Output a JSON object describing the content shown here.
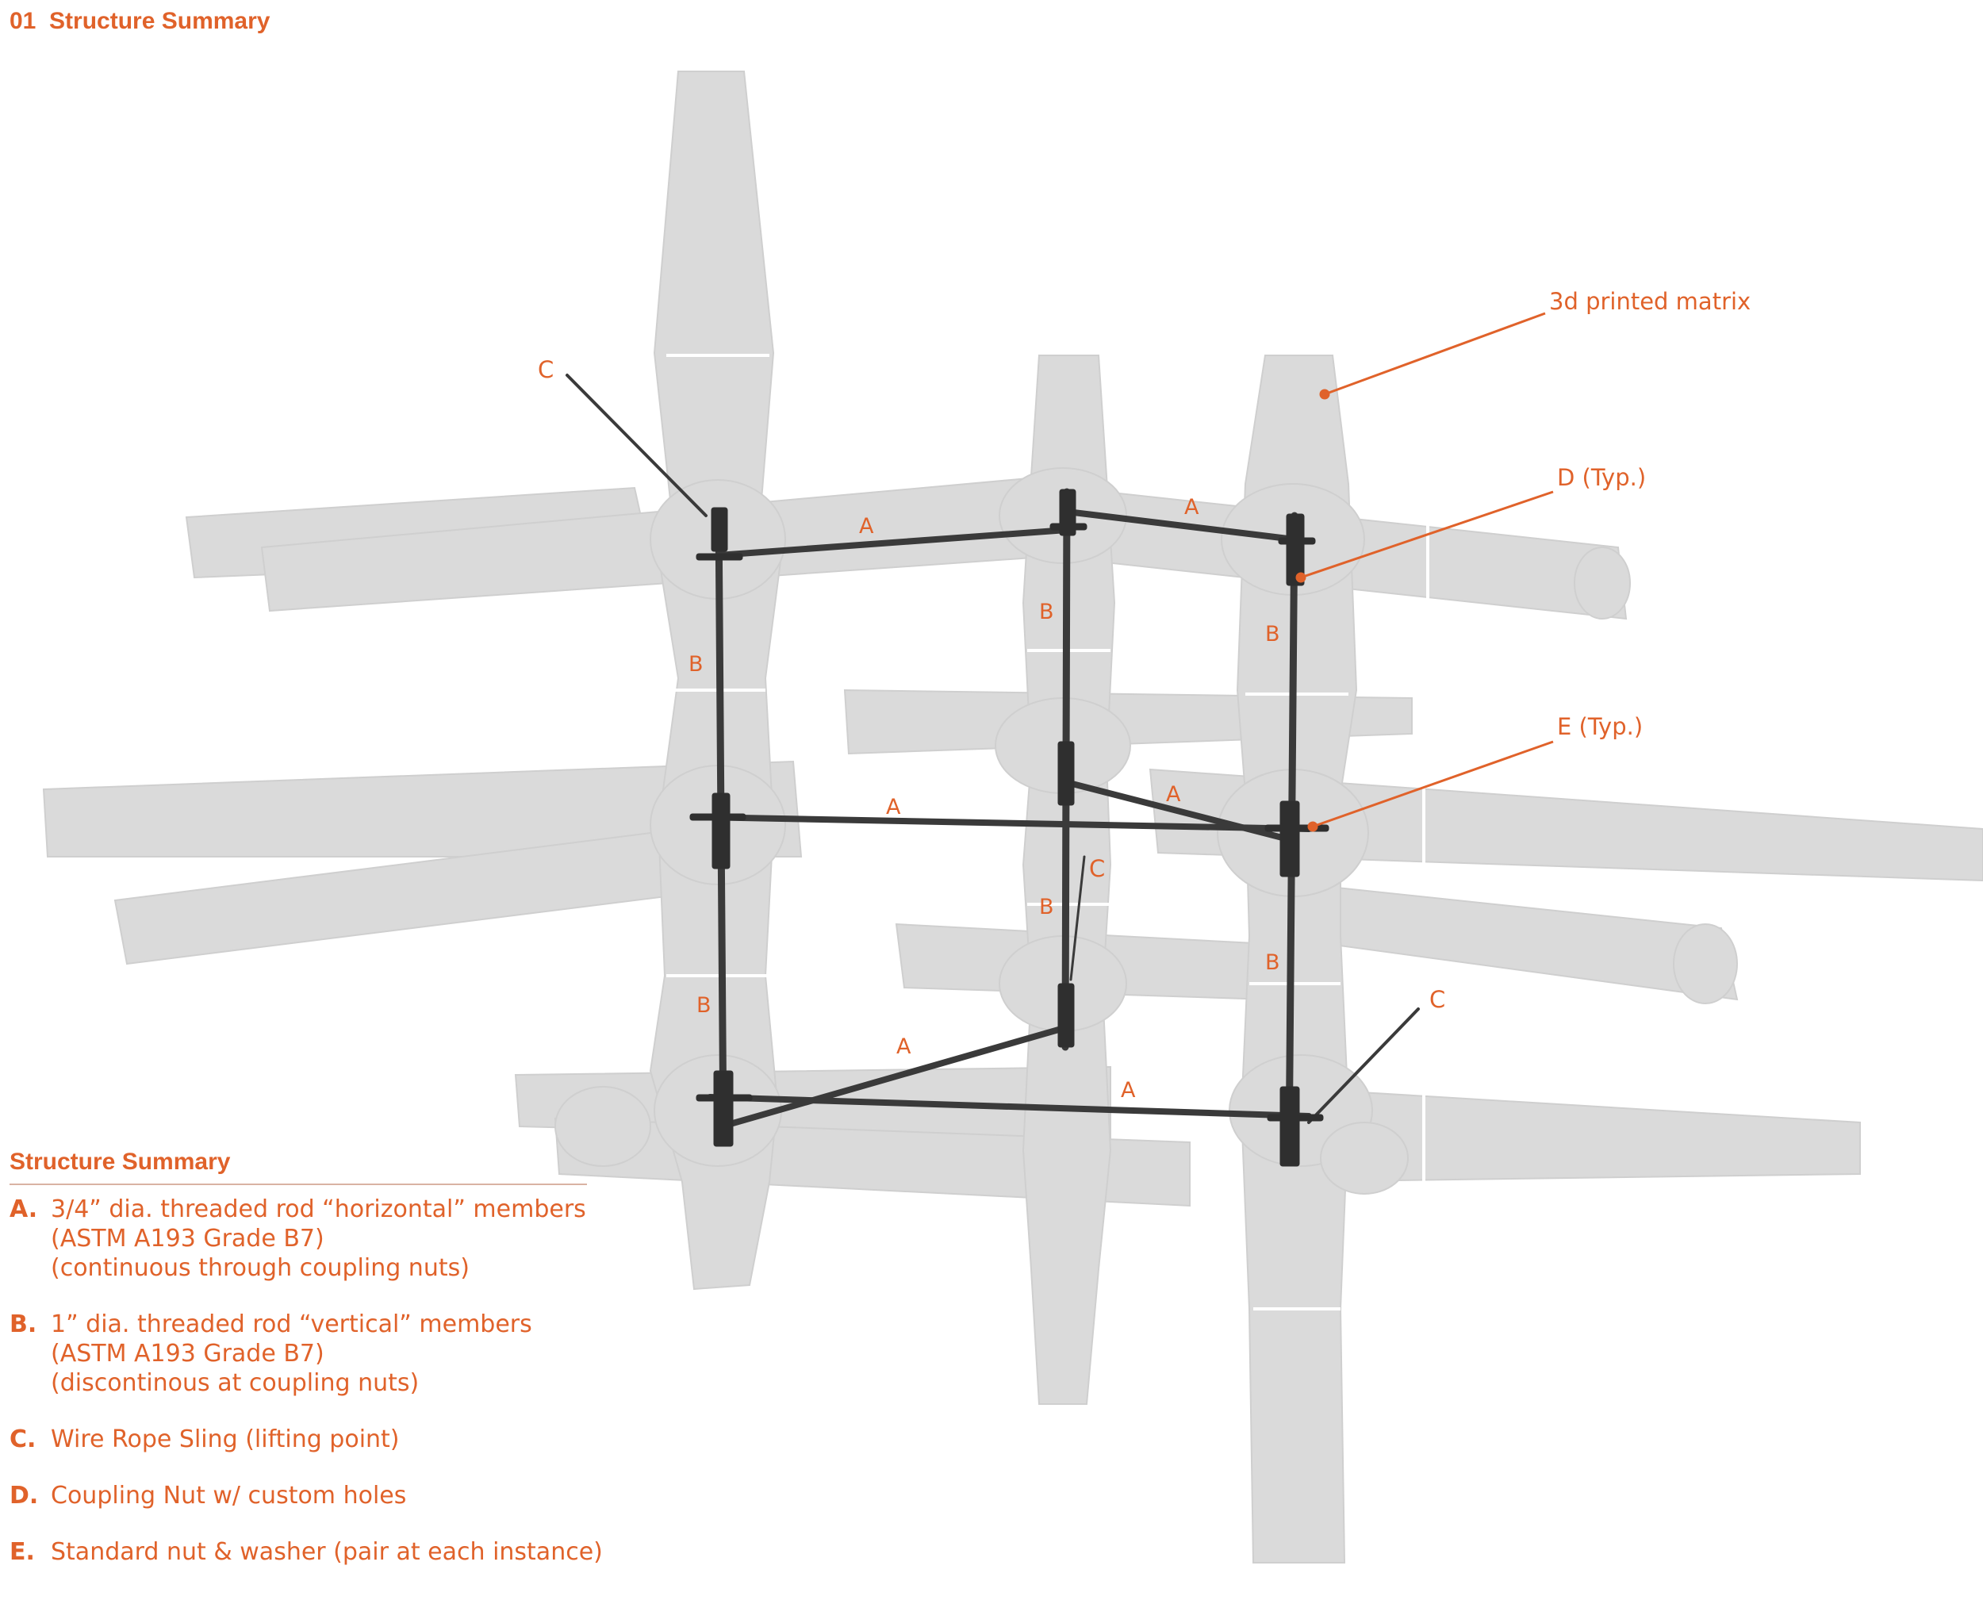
{
  "title": "01  Structure Summary",
  "colors": {
    "accent": "#e0622a",
    "matrix": "#d6d6d6",
    "rod": "#3a3a3a"
  },
  "callouts": {
    "matrix": "3d printed matrix",
    "d_typ": "D (Typ.)",
    "e_typ": "E (Typ.)",
    "c_top": "C",
    "c_mid": "C",
    "c_low": "C"
  },
  "member_labels": {
    "a1": "A",
    "a2": "A",
    "a3": "A",
    "a4": "A",
    "a5": "A",
    "a6": "A",
    "b1": "B",
    "b2": "B",
    "b3": "B",
    "b4": "B",
    "b5": "B",
    "b6": "B"
  },
  "legend": {
    "title": "Structure Summary",
    "items": [
      {
        "key": "A.",
        "lines": [
          "3/4” dia. threaded rod “horizontal” members",
          "(ASTM A193 Grade B7)",
          "(continuous through coupling nuts)"
        ]
      },
      {
        "key": "B.",
        "lines": [
          "1” dia. threaded rod “vertical” members",
          "(ASTM A193 Grade B7)",
          "(discontinous at coupling nuts)"
        ]
      },
      {
        "key": "C.",
        "lines": [
          "Wire Rope Sling (lifting point)"
        ]
      },
      {
        "key": "D.",
        "lines": [
          "Coupling Nut w/ custom holes"
        ]
      },
      {
        "key": "E.",
        "lines": [
          "Standard nut & washer (pair at each instance)"
        ]
      }
    ]
  }
}
